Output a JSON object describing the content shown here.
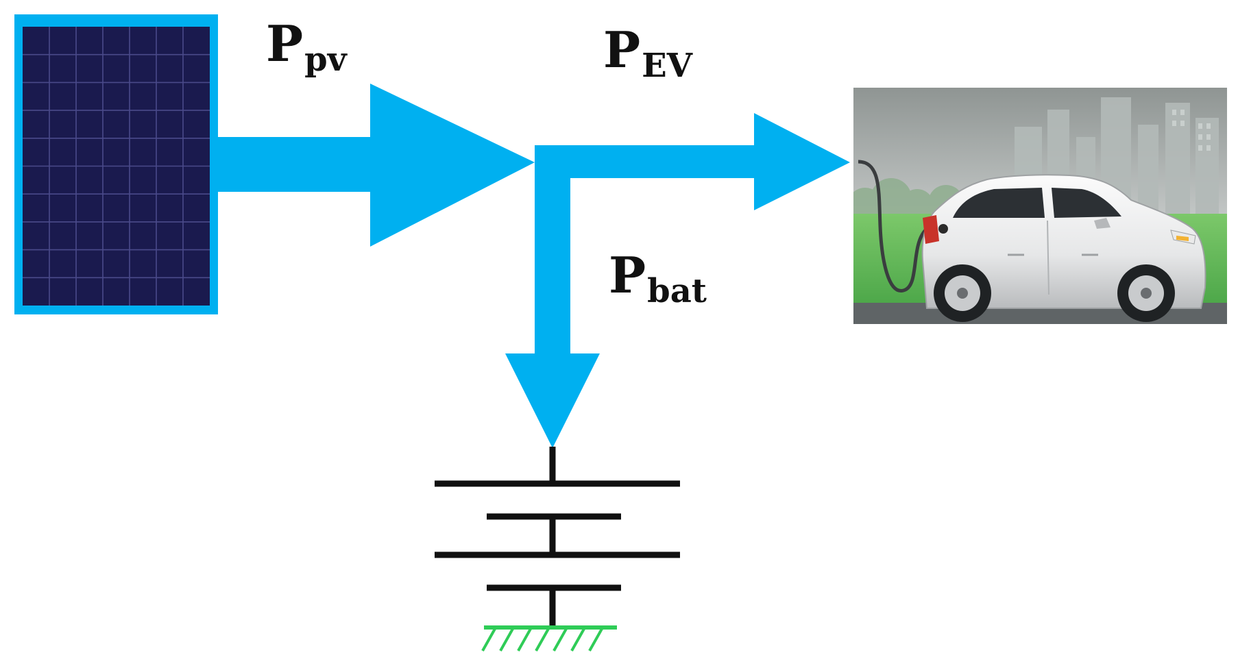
{
  "labels": {
    "p_pv": {
      "main": "P",
      "sub": "pv"
    },
    "p_ev": {
      "main": "P",
      "sub": "EV"
    },
    "p_bat": {
      "main": "P",
      "sub": "bat"
    }
  },
  "colors": {
    "flow_arrow": "#00b0f0",
    "panel_frame": "#00b0f0",
    "panel_cells": "#1a1a4e",
    "battery": "#111111",
    "ground": "#2fcc57"
  },
  "icons": [
    "solar-panel-icon",
    "electric-car-charging-icon",
    "battery-icon",
    "ground-icon"
  ]
}
